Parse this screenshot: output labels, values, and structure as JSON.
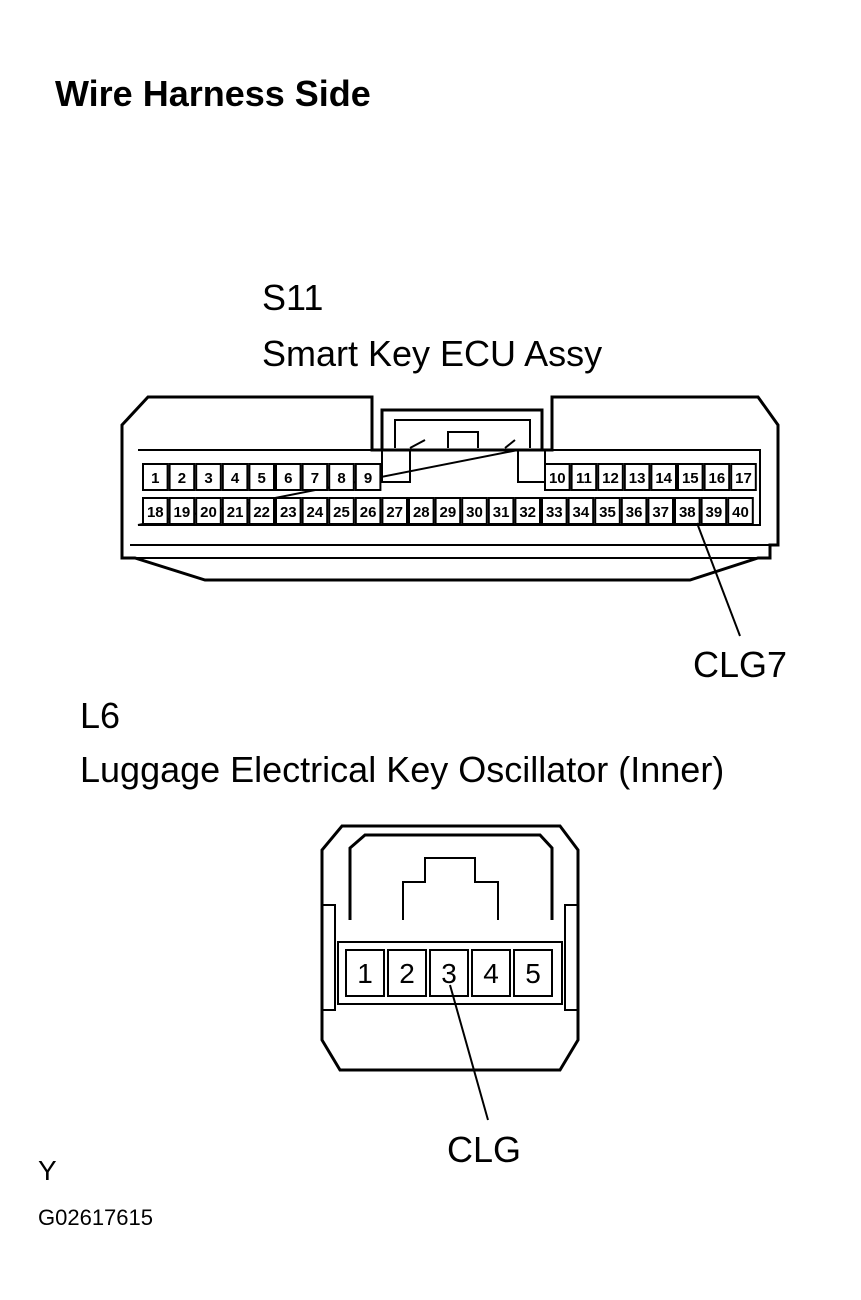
{
  "title": "Wire Harness Side",
  "connector_s11": {
    "code": "S11",
    "name": "Smart Key ECU Assy",
    "pins_top_left": [
      "1",
      "2",
      "3",
      "4",
      "5",
      "6",
      "7",
      "8",
      "9"
    ],
    "pins_top_right": [
      "10",
      "11",
      "12",
      "13",
      "14",
      "15",
      "16",
      "17"
    ],
    "pins_bottom": [
      "18",
      "19",
      "20",
      "21",
      "22",
      "23",
      "24",
      "25",
      "26",
      "27",
      "28",
      "29",
      "30",
      "31",
      "32",
      "33",
      "34",
      "35",
      "36",
      "37",
      "38",
      "39",
      "40"
    ],
    "callout": "CLG7",
    "callout_pin": "38"
  },
  "connector_l6": {
    "code": "L6",
    "name": "Luggage Electrical Key Oscillator (Inner)",
    "pins": [
      "1",
      "2",
      "3",
      "4",
      "5"
    ],
    "callout": "CLG",
    "callout_pin": "3"
  },
  "footer": {
    "color_code": "Y",
    "figure_id": "G02617615"
  }
}
